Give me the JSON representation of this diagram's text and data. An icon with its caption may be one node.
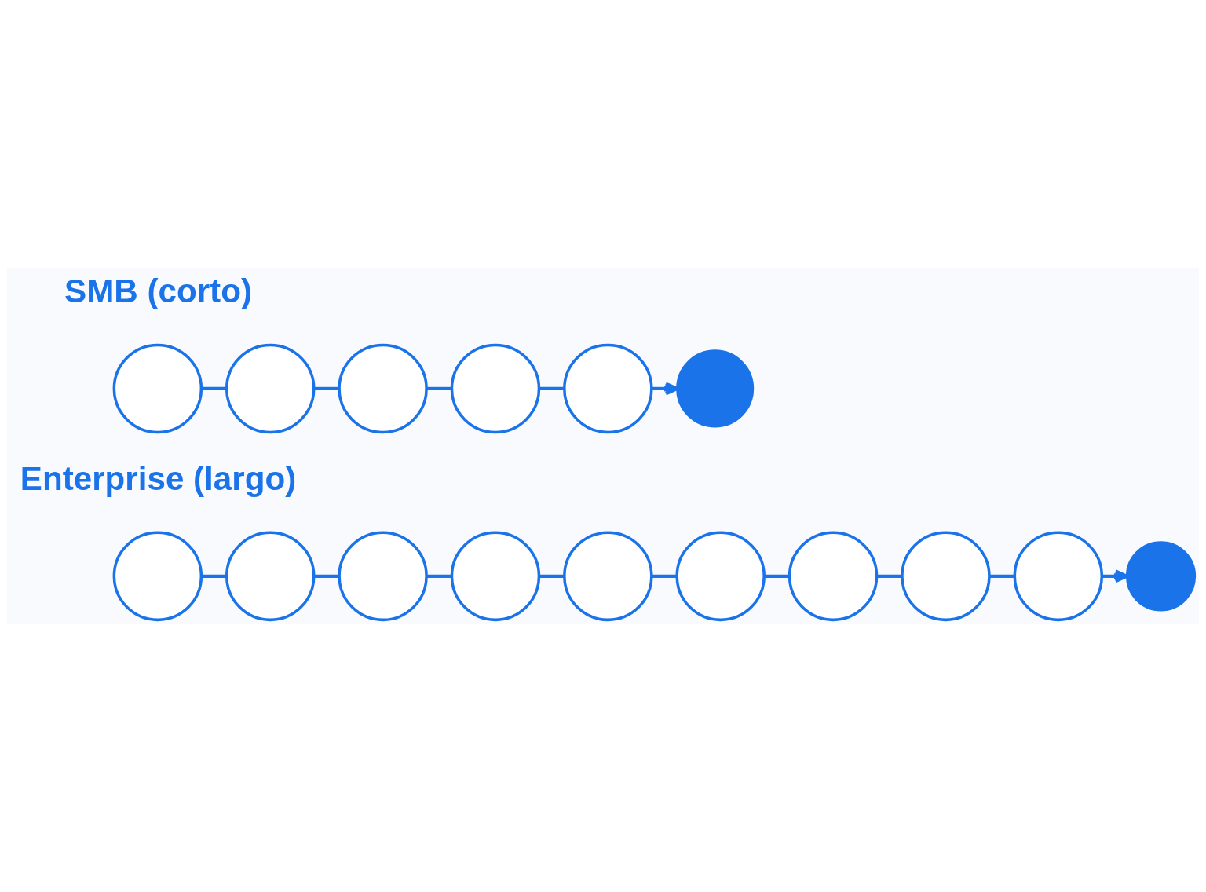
{
  "diagram": {
    "nodes": [
      {
        "text": [],
        "shape": "circle"
      },
      {
        "text": [],
        "shape": "circle"
      },
      {
        "text": [],
        "shape": "circle"
      },
      {
        "text": [],
        "shape": "circle"
      },
      {
        "text": [],
        "shape": "circle"
      },
      {
        "text": [],
        "shape": "circle"
      },
      {
        "text": [],
        "shape": "circle"
      },
      {
        "text": [],
        "shape": "circle"
      },
      {
        "text": [],
        "shape": "circle"
      },
      {
        "text": [],
        "shape": "circle"
      },
      {
        "text": [],
        "shape": "circle"
      },
      {
        "text": [],
        "shape": "circle"
      },
      {
        "text": [],
        "shape": "circle"
      },
      {
        "text": [],
        "shape": "circle"
      },
      {
        "text": [],
        "shape": "circle"
      },
      {
        "text": [],
        "shape": "circle"
      }
    ],
    "edges": [
      {
        "from": 0,
        "to": 1,
        "arrow": "none"
      },
      {
        "from": 1,
        "to": 2,
        "arrow": "none"
      },
      {
        "from": 2,
        "to": 3,
        "arrow": "none"
      },
      {
        "from": 3,
        "to": 4,
        "arrow": "none"
      },
      {
        "from": 4,
        "to": 5,
        "arrow": "to"
      },
      {
        "from": 6,
        "to": 7,
        "arrow": "none"
      },
      {
        "from": 7,
        "to": 8,
        "arrow": "none"
      },
      {
        "from": 8,
        "to": 9,
        "arrow": "none"
      },
      {
        "from": 9,
        "to": 10,
        "arrow": "none"
      },
      {
        "from": 10,
        "to": 11,
        "arrow": "none"
      },
      {
        "from": 11,
        "to": 12,
        "arrow": "none"
      },
      {
        "from": 12,
        "to": 13,
        "arrow": "none"
      },
      {
        "from": 13,
        "to": 14,
        "arrow": "none"
      },
      {
        "from": 14,
        "to": 15,
        "arrow": "to"
      }
    ],
    "labels": [
      "SMB (corto)",
      "Enterprise (largo)"
    ]
  }
}
